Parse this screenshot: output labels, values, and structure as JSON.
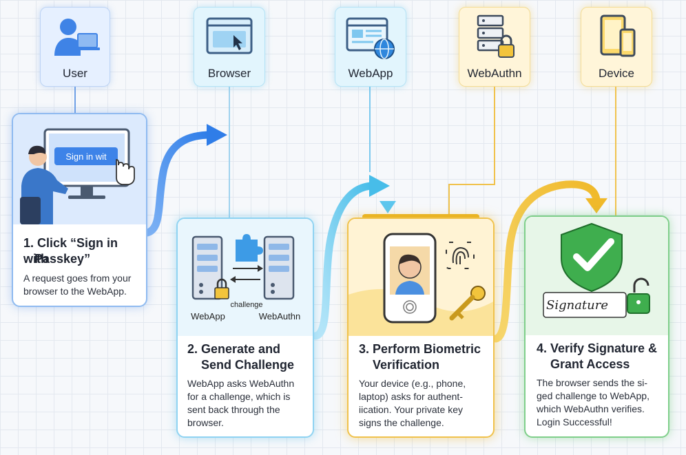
{
  "actors": [
    {
      "id": "user",
      "label": "User",
      "icon": "user-laptop-icon"
    },
    {
      "id": "browser",
      "label": "Browser",
      "icon": "browser-window-icon"
    },
    {
      "id": "webapp",
      "label": "WebApp",
      "icon": "webapp-globe-icon"
    },
    {
      "id": "webauthn",
      "label": "WebAuthn",
      "icon": "server-lock-icon"
    },
    {
      "id": "device",
      "label": "Device",
      "icon": "devices-icon"
    }
  ],
  "steps": [
    {
      "title_1": "1. Click “Sign in with",
      "title_2": "Passkey”",
      "body": [
        "A request goes from your",
        "browser to the WebApp."
      ],
      "art_button": "Sign in wit"
    },
    {
      "title_1": "2. Generate and",
      "title_2": "Send Challenge",
      "body": [
        "WebApp asks WebAuthn",
        "for a challenge, which is",
        "sent back through the",
        "browser."
      ],
      "art_left": "WebApp",
      "art_right": "WebAuthn",
      "art_mid": "challenge"
    },
    {
      "title_1": "3. Perform Biometric",
      "title_2": "Verification",
      "body": [
        "Your device (e.g., phone,",
        "laptop) asks for authent-",
        "iication. Your private key",
        "signs the challenge."
      ]
    },
    {
      "title_1": "4. Verify Signature &",
      "title_2": "Grant Access",
      "body": [
        "The browser sends the si-",
        "ged challenge to WebApp,",
        "which WebAuthn verifies.",
        "Login Successful!"
      ],
      "art_signature": "Signature"
    }
  ],
  "colors": {
    "blue": "#4a8ff0",
    "cyan": "#5cc6ee",
    "yellow": "#f2c43c",
    "green": "#49b45a"
  }
}
